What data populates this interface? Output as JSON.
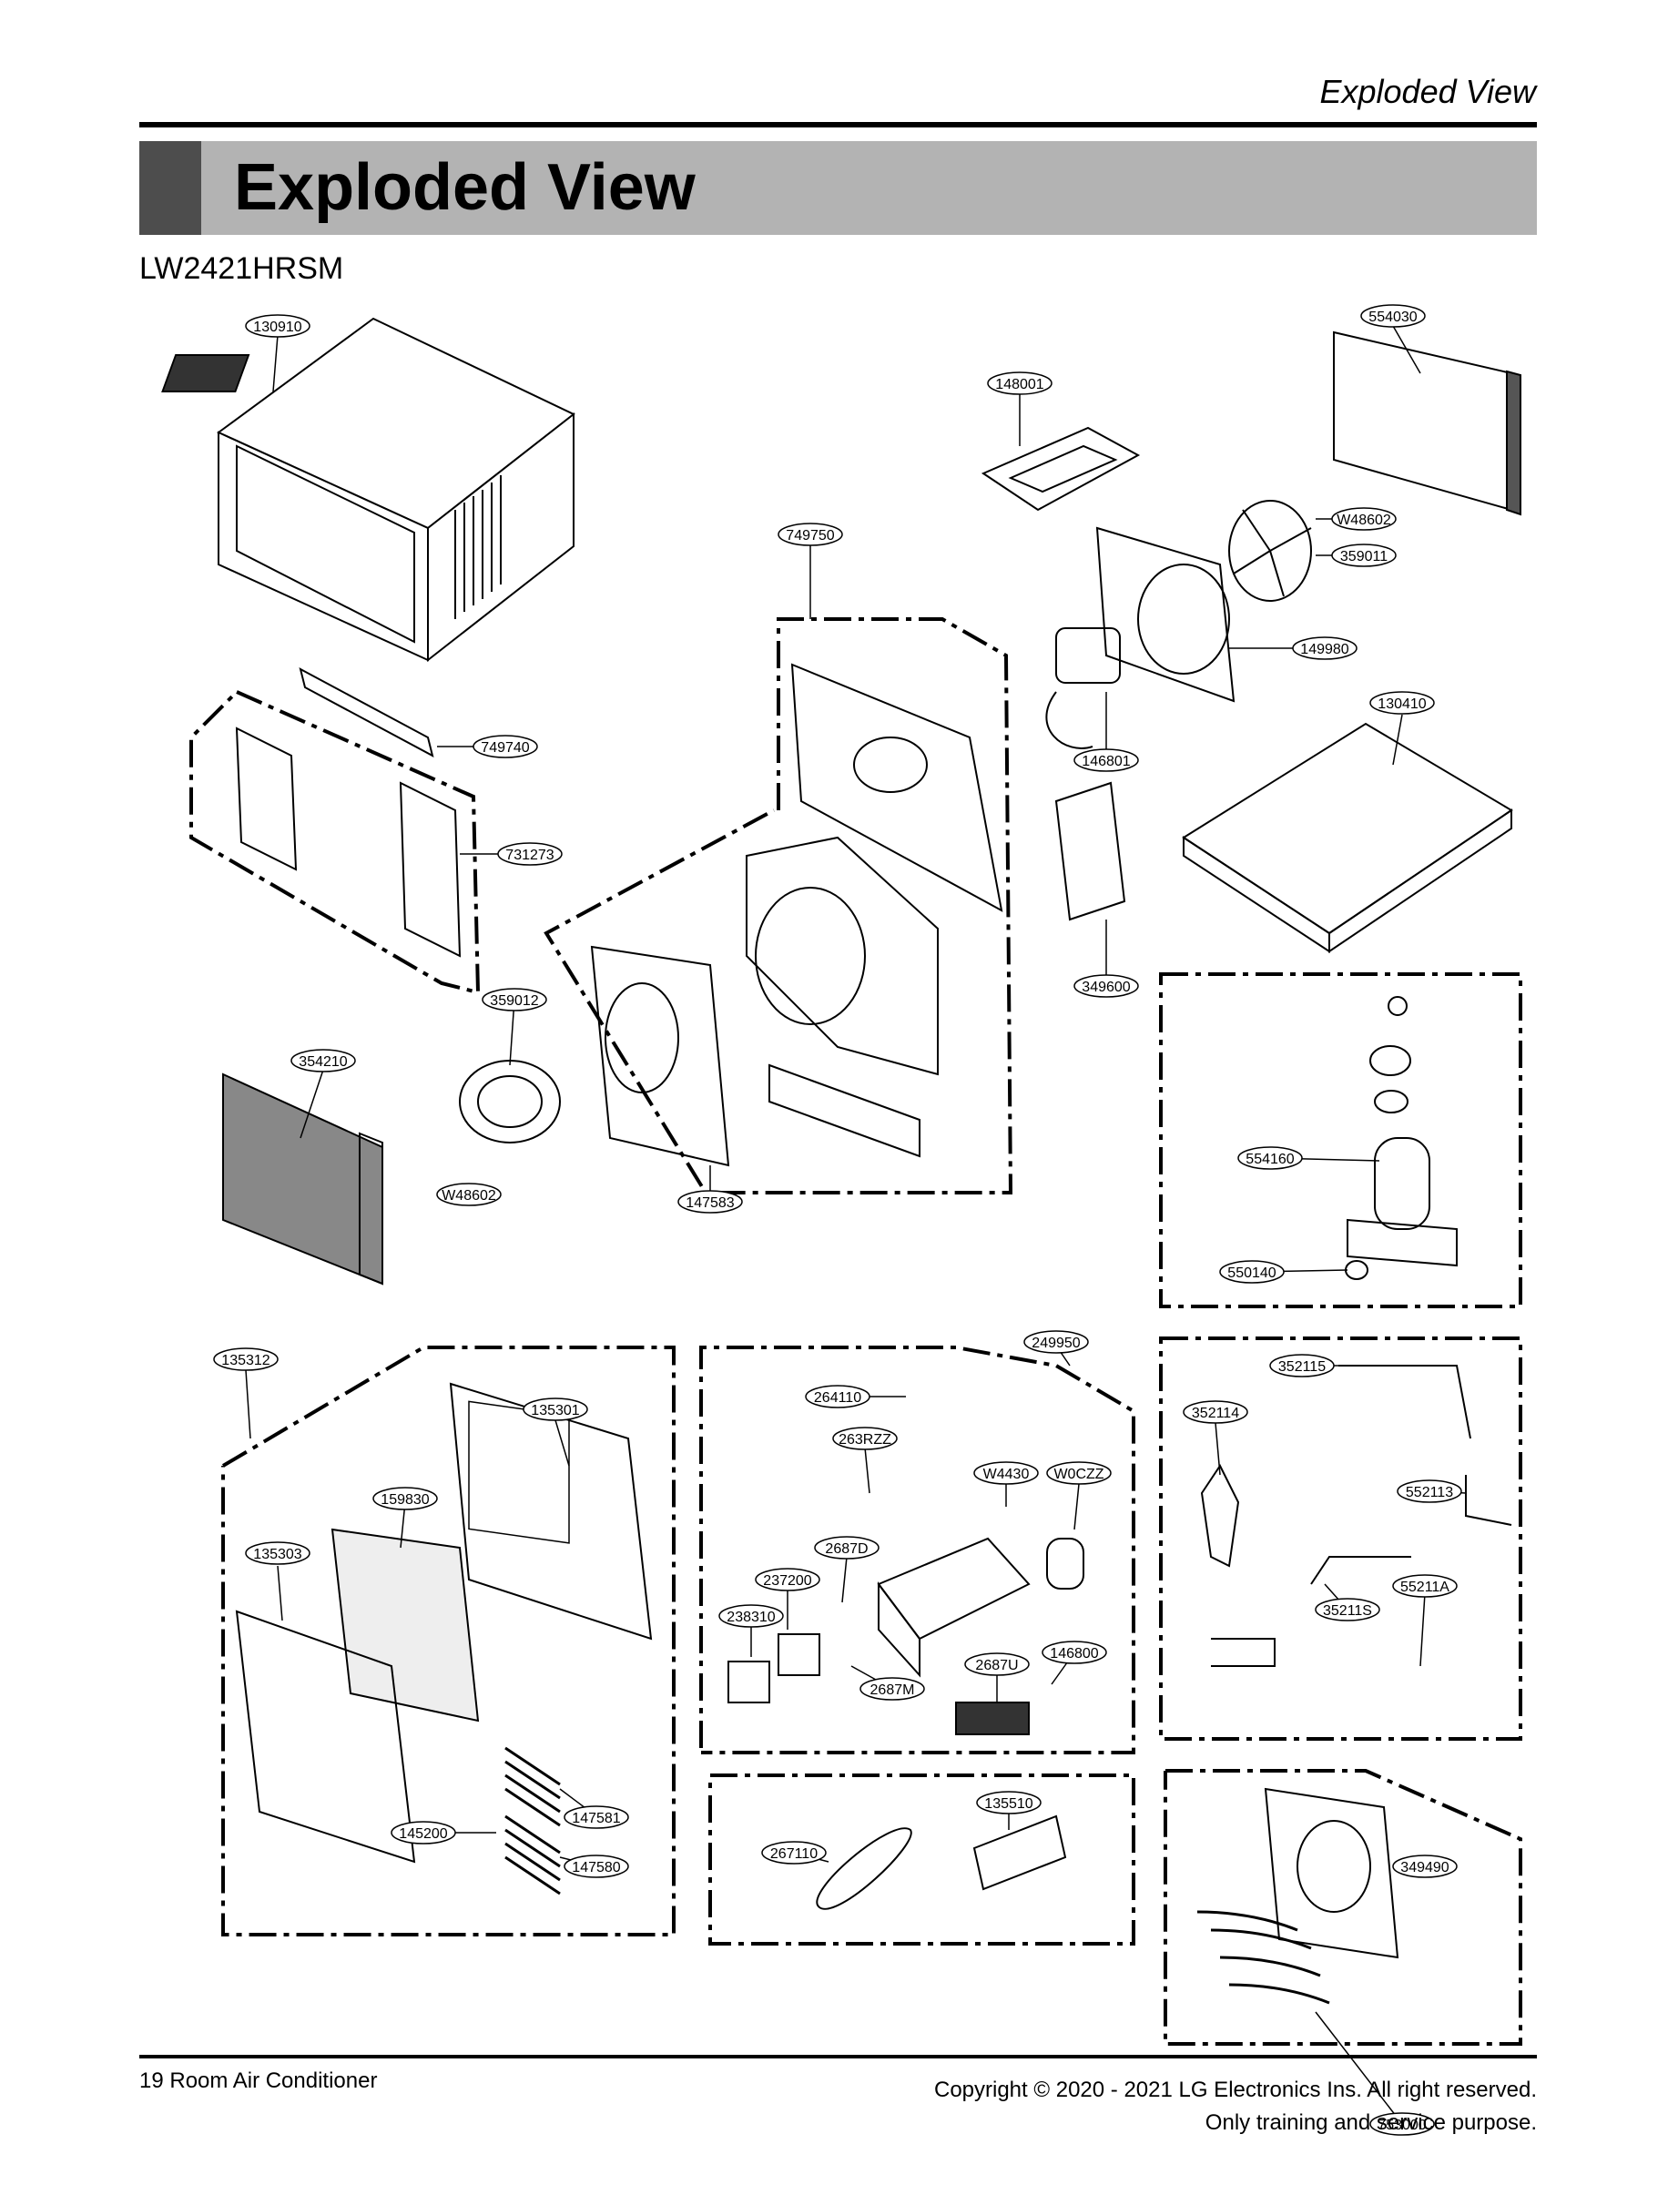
{
  "header": {
    "running_title": "Exploded View",
    "section_title": "Exploded View",
    "model": "LW2421HRSM"
  },
  "callouts": [
    "130910",
    "554030",
    "148001",
    "W48602",
    "359011",
    "749750",
    "149980",
    "130410",
    "749740",
    "146801",
    "731273",
    "349600",
    "359012",
    "354210",
    "554160",
    "W48602",
    "147583",
    "550140",
    "135312",
    "249950",
    "352115",
    "264110",
    "135301",
    "352114",
    "263RZZ",
    "W4430",
    "W0CZZ",
    "552113",
    "159830",
    "2687D",
    "135303",
    "237200",
    "55211A",
    "238310",
    "35211S",
    "146800",
    "2687U",
    "2687M",
    "147581",
    "145200",
    "147580",
    "135510",
    "267110",
    "349490",
    "753000"
  ],
  "footer": {
    "left": "19  Room Air Conditioner",
    "right_line1": "Copyright © 2020 - 2021 LG Electronics Ins. All right reserved.",
    "right_line2": "Only training and service purpose."
  }
}
